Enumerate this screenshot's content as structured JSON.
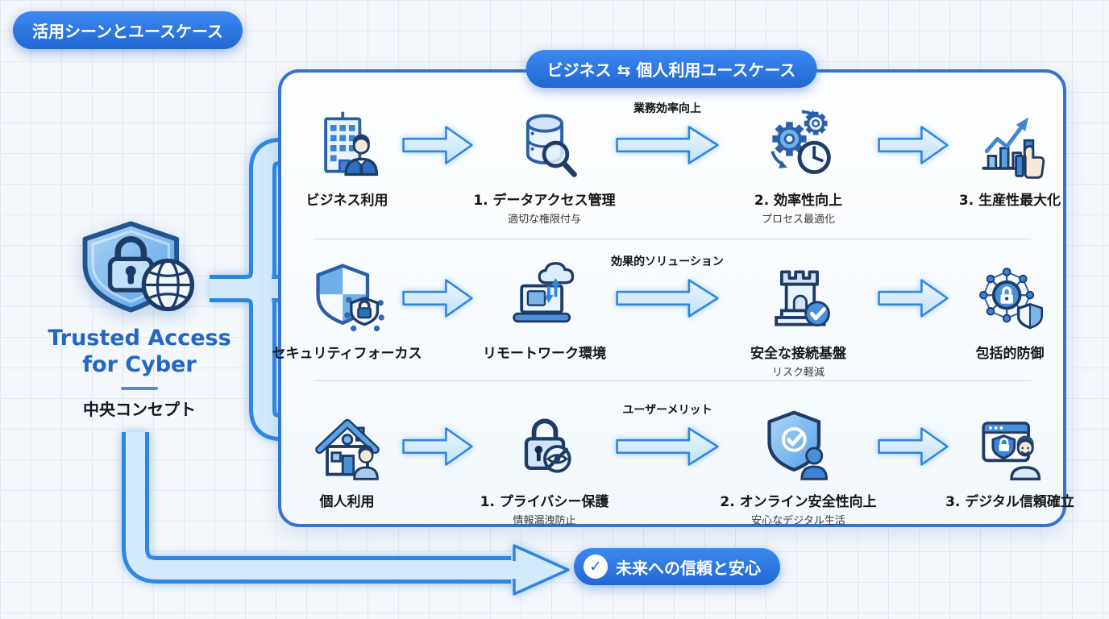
{
  "badges": {
    "top_left": "活用シーンとユースケース",
    "panel_title": "ビジネス ⇆ 個人利用ユースケース",
    "bottom": "未来への信頼と安心",
    "bottom_check_icon": "check-icon"
  },
  "concept": {
    "icon": "shield-lock-globe-icon",
    "title_line1": "Trusted Access",
    "title_line2": "for Cyber",
    "label": "中央コンセプト"
  },
  "colors": {
    "accent_blue": "#2f7ce0",
    "panel_border": "#3374cc",
    "arrow_stroke": "#2e86e0",
    "arrow_fill_light": "#d2eafb",
    "title_blue": "#2367c5",
    "icon_navy": "#2b5fa8",
    "text_dark": "#1b1b1b"
  },
  "rows": [
    {
      "id": "business",
      "source": {
        "icon": "office-building-user-icon",
        "label": "ビジネス利用"
      },
      "flow_label": "業務効率向上",
      "steps": [
        {
          "icon": "database-search-icon",
          "label": "1. データアクセス管理",
          "sub": "適切な権限付与"
        },
        {
          "icon": "gears-clock-icon",
          "label": "2. 効率性向上",
          "sub": "プロセス最適化"
        },
        {
          "icon": "growth-chart-thumbs-up-icon",
          "label": "3. 生産性最大化",
          "sub": ""
        }
      ]
    },
    {
      "id": "security",
      "source": {
        "icon": "checkered-shield-network-icon",
        "label": "セキュリティフォーカス"
      },
      "flow_label": "効果的ソリューション",
      "steps": [
        {
          "icon": "laptop-cloud-sync-icon",
          "label": "リモートワーク環境",
          "sub": ""
        },
        {
          "icon": "castle-check-icon",
          "label": "安全な接続基盤",
          "sub": "リスク軽減"
        },
        {
          "icon": "network-lock-shield-icon",
          "label": "包括的防御",
          "sub": ""
        }
      ]
    },
    {
      "id": "personal",
      "source": {
        "icon": "house-user-icon",
        "label": "個人利用"
      },
      "flow_label": "ユーザーメリット",
      "steps": [
        {
          "icon": "padlock-privacy-eye-icon",
          "label": "1. プライバシー保護",
          "sub": "情報漏洩防止"
        },
        {
          "icon": "shield-check-user-icon",
          "label": "2. オンライン安全性向上",
          "sub": "安心なデジタル生活"
        },
        {
          "icon": "browser-shield-user-icon",
          "label": "3. デジタル信頼確立",
          "sub": ""
        }
      ]
    }
  ]
}
